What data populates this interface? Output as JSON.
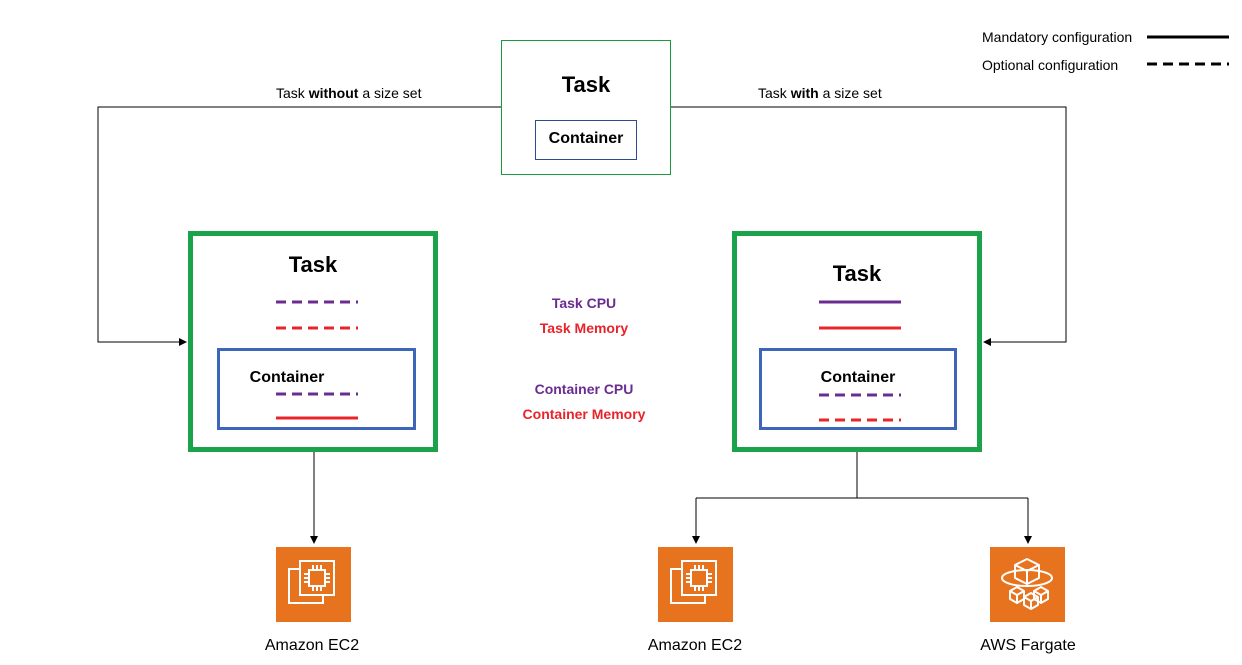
{
  "legend": {
    "mandatory_label": "Mandatory configuration",
    "optional_label": "Optional configuration"
  },
  "top": {
    "task_title": "Task",
    "container_title": "Container"
  },
  "branches": {
    "left_label_pre": "Task ",
    "left_label_bold": "without",
    "left_label_post": " a size set",
    "right_label_pre": "Task ",
    "right_label_bold": "with",
    "right_label_post": " a size set"
  },
  "left_task": {
    "title": "Task",
    "container_title": "Container",
    "task_cpu_line": "optional",
    "task_memory_line": "optional",
    "container_cpu_line": "optional",
    "container_memory_line": "mandatory"
  },
  "right_task": {
    "title": "Task",
    "container_title": "Container",
    "task_cpu_line": "mandatory",
    "task_memory_line": "mandatory",
    "container_cpu_line": "optional",
    "container_memory_line": "optional"
  },
  "center_legend": {
    "task_cpu": "Task CPU",
    "task_memory": "Task Memory",
    "container_cpu": "Container CPU",
    "container_memory": "Container Memory"
  },
  "services": {
    "left_ec2": "Amazon EC2",
    "right_ec2": "Amazon EC2",
    "fargate": "AWS Fargate"
  },
  "colors": {
    "cpu": "#6a2c91",
    "memory": "#e8242b",
    "task_border": "#1aa34a",
    "container_border": "#3d66b8",
    "aws_orange": "#e8731f"
  },
  "icons": {
    "ec2": "ec2-chip-icon",
    "fargate": "fargate-cubes-icon"
  }
}
